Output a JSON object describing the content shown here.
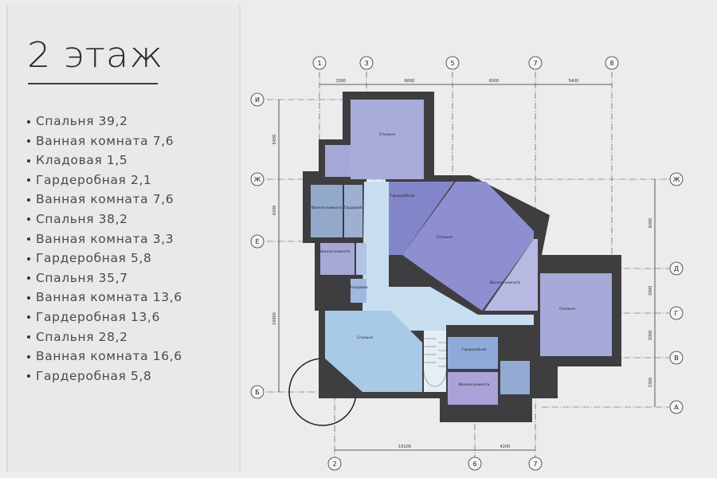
{
  "title": "2 этаж",
  "rooms_list": [
    "Спальня 39,2",
    "Ванная комната 7,6",
    "Кладовая 1,5",
    "Гардеробная 2,1",
    "Ванная комната 7,6",
    "Спальня 38,2",
    "Ванная комната 3,3",
    "Гардеробная 5,8",
    "Спальня 35,7",
    "Ванная комната 13,6",
    "Гардеробная 13,6",
    "Спальня 28,2",
    "Ванная комната 16,6",
    "Гардеробная 5,8"
  ],
  "plan": {
    "axes_top": [
      "1",
      "3",
      "5",
      "7",
      "8"
    ],
    "axes_bottom": [
      "2",
      "6",
      "7"
    ],
    "axes_left": [
      "И",
      "Ж",
      "Е",
      "Б"
    ],
    "axes_right": [
      "Ж",
      "Д",
      "Г",
      "В",
      "А"
    ],
    "dims_top": [
      "3300",
      "6000",
      "6000",
      "5400"
    ],
    "dims_bottom": [
      "10100",
      "4200"
    ],
    "dims_left": [
      "5400",
      "4200",
      "10900"
    ],
    "dims_right": [
      "6000",
      "3000",
      "3000",
      "3300"
    ],
    "room_labels": {
      "bedroom_top": "Спальня",
      "bath_left": "Ванная комната",
      "wardrobe_left": "Гардероб",
      "wardrobe_diag": "Гардеробная",
      "bedroom_diag": "Спальня",
      "bath_left2": "Ванная комната",
      "storage": "Кладовая",
      "bath_right": "Ванная комната",
      "bedroom_right": "Спальня",
      "bedroom_lower": "Спальня",
      "wardrobe_bottom": "Гардеробная",
      "bath_bottom": "Ванная комната"
    }
  }
}
